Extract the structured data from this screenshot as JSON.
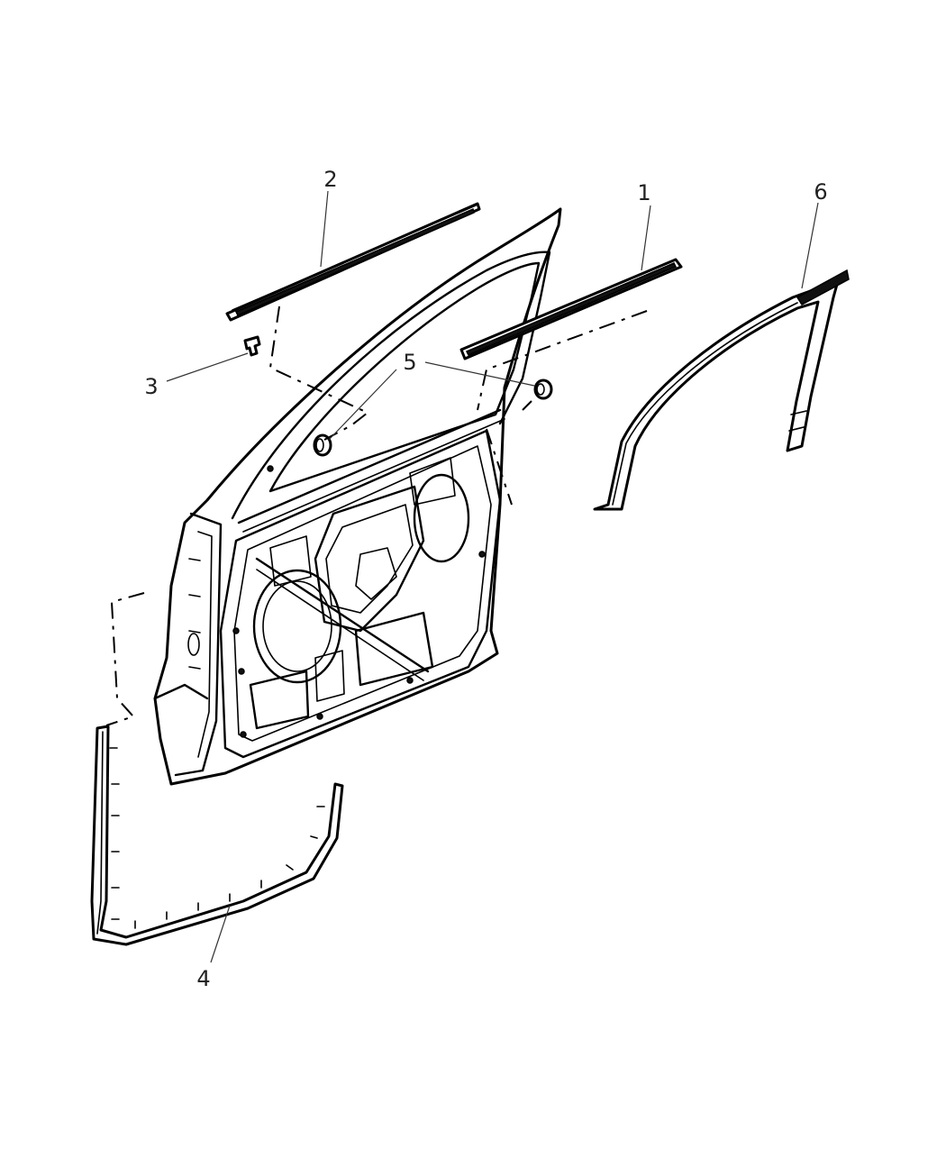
{
  "callouts": {
    "c1": "1",
    "c2": "2",
    "c3": "3",
    "c4": "4",
    "c5": "5",
    "c6": "6"
  },
  "parts": [
    {
      "id": "1",
      "icon": "belt-weatherstrip-outer"
    },
    {
      "id": "2",
      "icon": "belt-weatherstrip-inner"
    },
    {
      "id": "3",
      "icon": "clip"
    },
    {
      "id": "4",
      "icon": "door-seal-lower"
    },
    {
      "id": "5",
      "icon": "plug-grommet"
    },
    {
      "id": "6",
      "icon": "glass-run-channel"
    }
  ],
  "colors": {
    "line": "#000000",
    "background": "#ffffff"
  }
}
